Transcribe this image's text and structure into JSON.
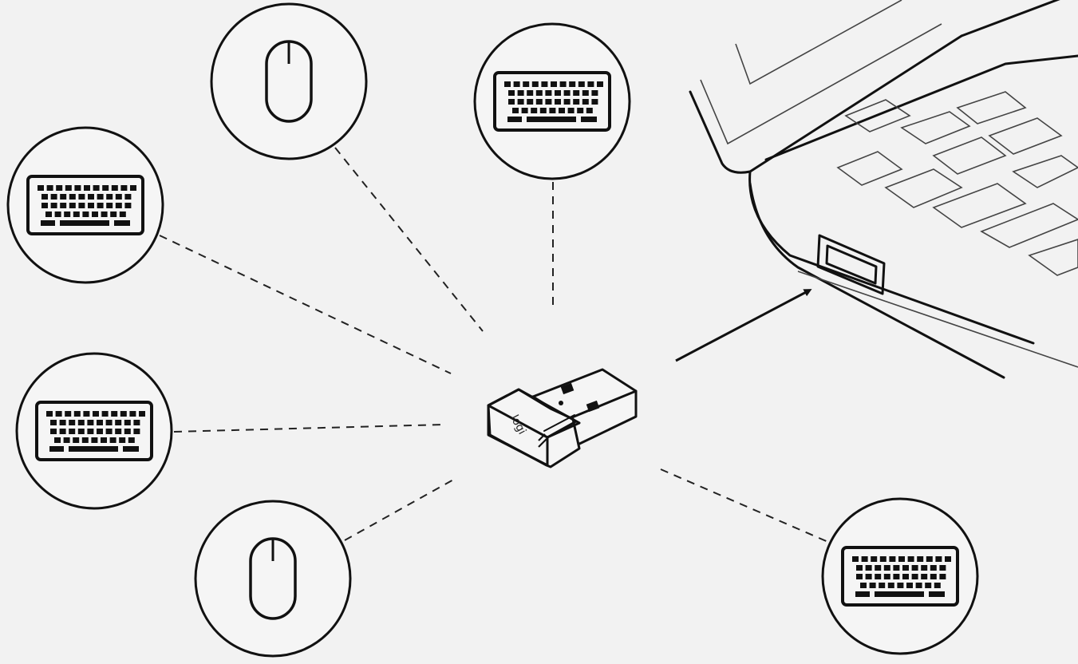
{
  "colors": {
    "background": "#f2f2f2",
    "line": "#111111"
  },
  "receiver": {
    "logo": "logi",
    "icon": "unifying-receiver-icon"
  },
  "devices": [
    {
      "type": "mouse"
    },
    {
      "type": "keyboard"
    },
    {
      "type": "keyboard"
    },
    {
      "type": "keyboard"
    },
    {
      "type": "mouse"
    },
    {
      "type": "keyboard"
    }
  ]
}
